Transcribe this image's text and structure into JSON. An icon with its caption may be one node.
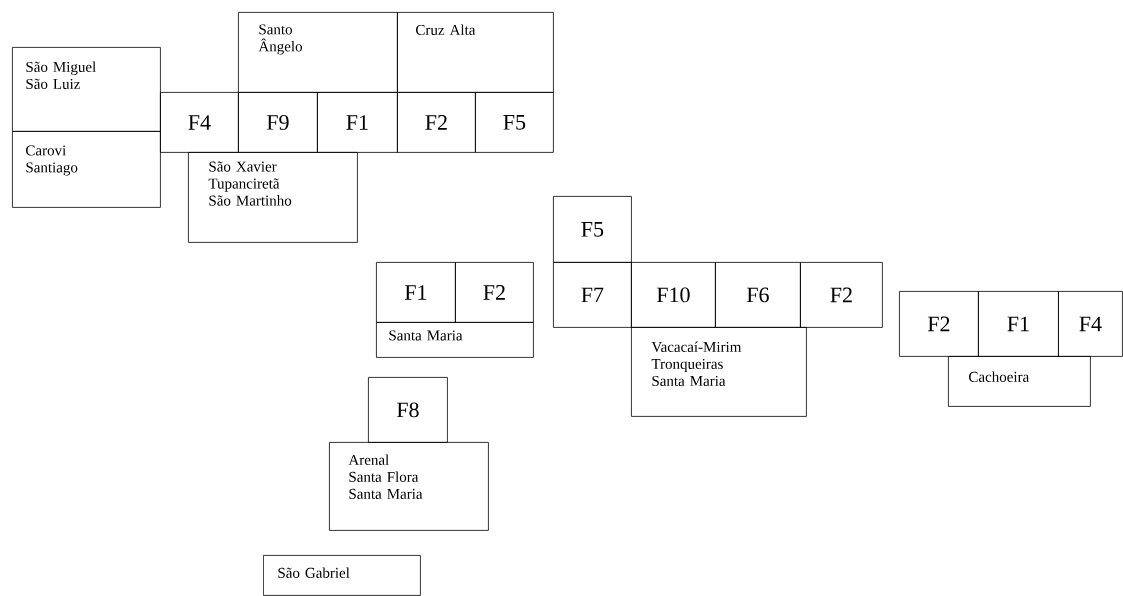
{
  "diagram": {
    "nodes": [
      {
        "text": [
          "Santo Ângelo"
        ]
      },
      {
        "text": [
          "Cruz Alta"
        ]
      },
      {
        "text": [
          "São Miguel São Luiz"
        ]
      },
      {
        "text": [
          "F4"
        ]
      },
      {
        "text": [
          "F9"
        ]
      },
      {
        "text": [
          "F1"
        ]
      },
      {
        "text": [
          "F2"
        ]
      },
      {
        "text": [
          "F5"
        ]
      },
      {
        "text": [
          "Carovi Santiago"
        ]
      },
      {
        "text": [
          "São Xavier Tupanciretã São Martinho"
        ]
      },
      {
        "text": [
          "F5"
        ]
      },
      {
        "text": [
          "F1"
        ]
      },
      {
        "text": [
          "F2"
        ]
      },
      {
        "text": [
          "F7"
        ]
      },
      {
        "text": [
          "F10"
        ]
      },
      {
        "text": [
          "F6"
        ]
      },
      {
        "text": [
          "F2"
        ]
      },
      {
        "text": [
          "F2"
        ]
      },
      {
        "text": [
          "F1"
        ]
      },
      {
        "text": [
          "F4"
        ]
      },
      {
        "text": [
          "Santa Maria"
        ]
      },
      {
        "text": [
          "Vacacaí-Mirim Tronqueiras Santa Maria"
        ]
      },
      {
        "text": [
          "Cachoeira"
        ]
      },
      {
        "text": [
          "F8"
        ]
      },
      {
        "text": [
          "Arenal Santa Flora Santa Maria"
        ]
      },
      {
        "text": [
          "São Gabriel"
        ]
      }
    ]
  }
}
